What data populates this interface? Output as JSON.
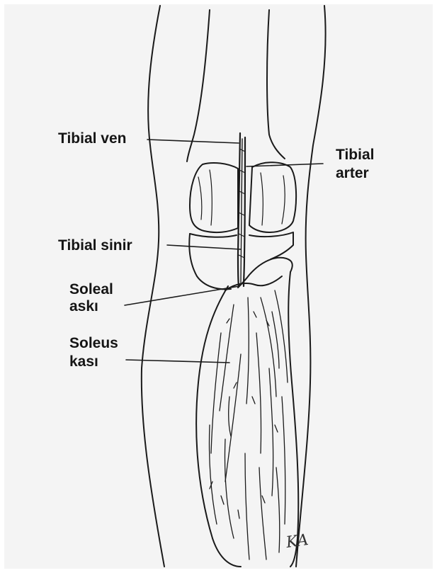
{
  "labels": {
    "tibial_vein": "Tibial ven",
    "tibial_artery_line1": "Tibial",
    "tibial_artery_line2": "arter",
    "tibial_nerve": "Tibial sinir",
    "soleal_sling_line1": "Soleal",
    "soleal_sling_line2": "askı",
    "soleus_muscle_line1": "Soleus",
    "soleus_muscle_line2": "kası"
  },
  "signature": "KA",
  "colors": {
    "background": "#f4f4f4",
    "ink": "#1a1a1a",
    "label_text": "#151515"
  }
}
